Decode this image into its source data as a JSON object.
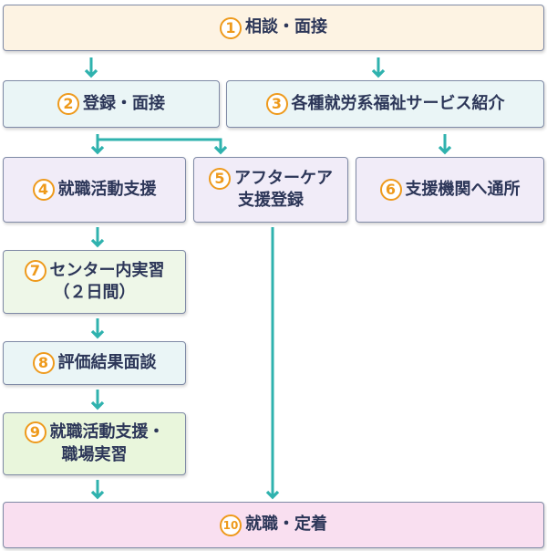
{
  "steps": [
    {
      "num": "1",
      "text": "相談・面接"
    },
    {
      "num": "2",
      "text": "登録・面接"
    },
    {
      "num": "3",
      "text": "各種就労系福祉サービス紹介"
    },
    {
      "num": "4",
      "text": "就職活動支援"
    },
    {
      "num": "5",
      "line1": "アフターケア",
      "line2": "支援登録"
    },
    {
      "num": "6",
      "text": "支援機関へ通所"
    },
    {
      "num": "7",
      "line1": "センター内実習",
      "line2": "（２日間）"
    },
    {
      "num": "8",
      "text": "評価結果面談"
    },
    {
      "num": "9",
      "line1": "就職活動支援・",
      "line2": "職場実習"
    },
    {
      "num": "10",
      "text": "就職・定着"
    }
  ],
  "colors": {
    "arrow": "#2fb2ae",
    "number": "#ee9a1c",
    "text": "#2c3658",
    "border": "#7f8aa6",
    "fill_start": "#fdf3e3",
    "fill_blue": "#eaf5f6",
    "fill_purple": "#f1ecf8",
    "fill_green": "#eef7e8",
    "fill_light_green": "#e9f6dc",
    "fill_pink": "#f9dff0"
  }
}
